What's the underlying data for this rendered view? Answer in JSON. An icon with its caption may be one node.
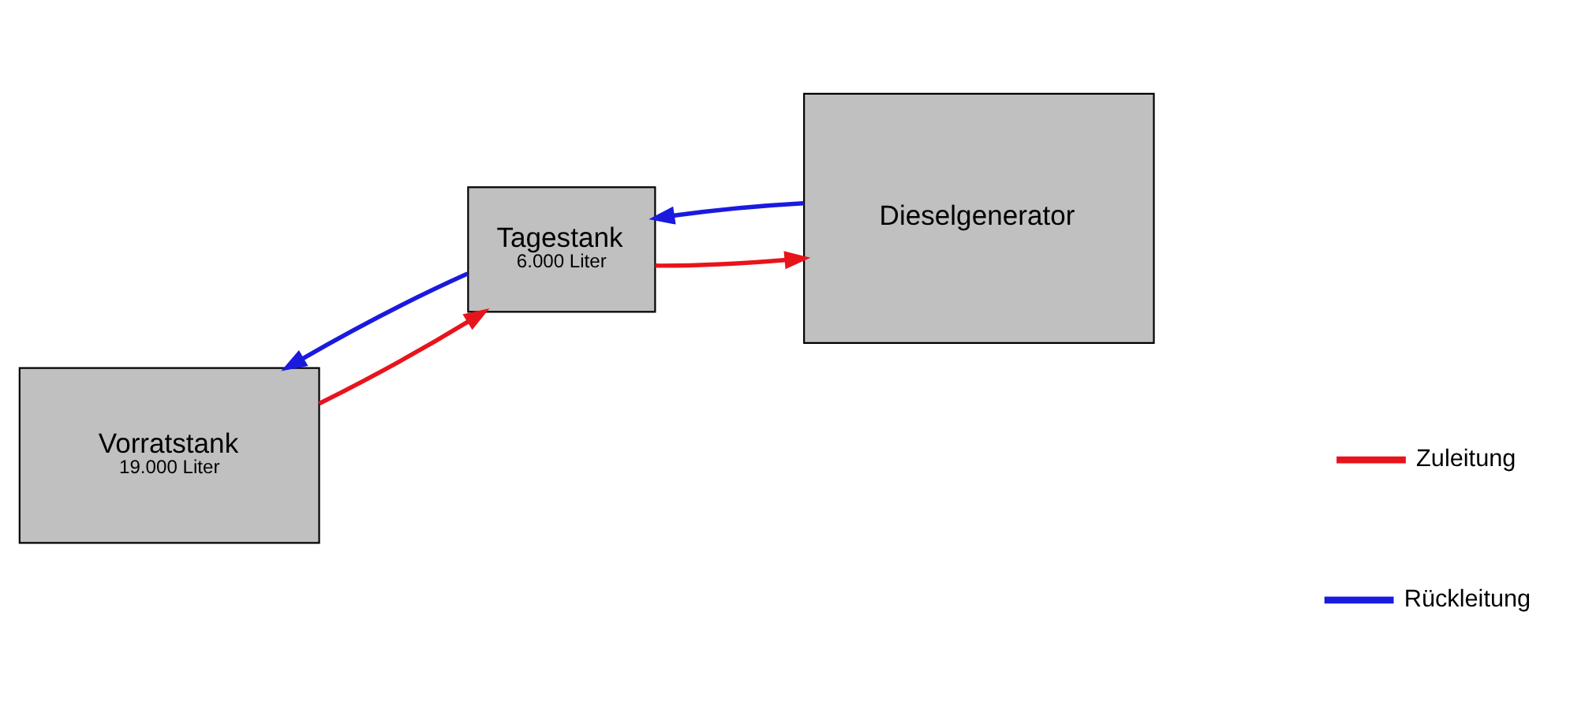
{
  "diagram": {
    "nodes": [
      {
        "text": [
          "Vorratstank",
          "19.000 Liter"
        ]
      },
      {
        "text": [
          "Tagestank",
          "6.000 Liter"
        ]
      },
      {
        "text": [
          "Dieselgenerator"
        ]
      }
    ],
    "edges": [
      {
        "from": 0,
        "to": 1,
        "arrow": "to",
        "color": "#e8141c"
      },
      {
        "from": 1,
        "to": 2,
        "arrow": "to",
        "color": "#e8141c"
      },
      {
        "from": 2,
        "to": 1,
        "arrow": "to",
        "color": "#1a1adf"
      },
      {
        "from": 1,
        "to": 0,
        "arrow": "to",
        "color": "#1a1adf"
      }
    ],
    "legend": [
      {
        "text": "Zuleitung",
        "color": "#e8141c"
      },
      {
        "text": "Rückleitung",
        "color": "#1a1adf"
      }
    ]
  }
}
